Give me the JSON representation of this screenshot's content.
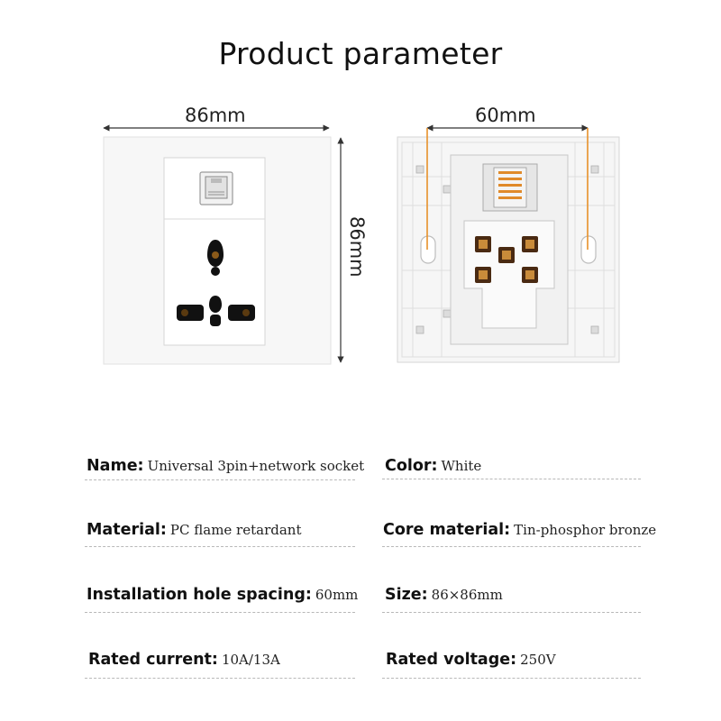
{
  "title": "Product parameter",
  "dimensions": {
    "front_width": "86mm",
    "front_height": "86mm",
    "back_hole_spacing": "60mm"
  },
  "specs": [
    {
      "left": {
        "label": "Name:",
        "value": "Universal 3pin+network socket"
      },
      "right": {
        "label": "Color:",
        "value": "White"
      }
    },
    {
      "left": {
        "label": "Material:",
        "value": "PC flame retardant"
      },
      "right": {
        "label": "Core material:",
        "value": "Tin-phosphor bronze"
      }
    },
    {
      "left": {
        "label": "Installation hole spacing:",
        "value": "60mm"
      },
      "right": {
        "label": "Size:",
        "value": "86×86mm"
      }
    },
    {
      "left": {
        "label": "Rated current:",
        "value": "10A/13A"
      },
      "right": {
        "label": "Rated voltage:",
        "value": "250V"
      }
    }
  ],
  "colors": {
    "plate": "#f7f7f7",
    "plate_edge": "#dcdcdc",
    "dimension_line": "#333333",
    "guide_line": "#e8912a",
    "socket_hole": "#111111"
  }
}
